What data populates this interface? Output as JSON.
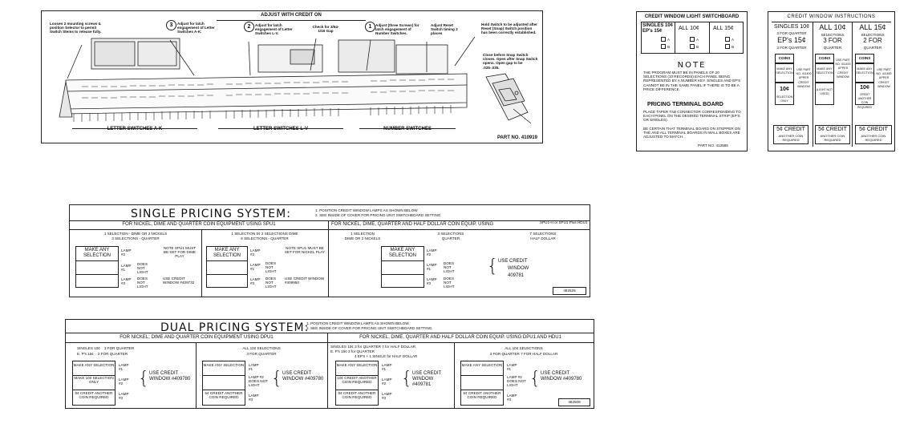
{
  "wiring": {
    "header": "ADJUST WITH CREDIT ON",
    "callout_1_num": "1",
    "callout_2_num": "2",
    "callout_3_num": "3",
    "loosen": "Loosen 2 mounting screws & position Selector to permit Switch Stems to release fully.",
    "adjust3": "Adjust for latch engagement of Letter Switches A-K.",
    "adjust2": "Adjust for latch engagement of Letter Switches L-V.",
    "check": "Check for 3/64-1/16 Gap",
    "adjust1": "Adjust (three Screws) for latch engagement of Number Switches.",
    "adjust_reset": "Adjust Reset Switch timing 2 places",
    "hold": "Hold Switch to be adjusted after Reset (Snap) Switch position has been correctly established.",
    "close": "Close before Snap Switch closes. Open after Snap Switch opens. Open gap to be .025-.035.",
    "snap": "Snap Switch",
    "label_ak": "LETTER SWITCHES A-K",
    "label_lv": "LETTER SWITCHES L-V",
    "label_num": "NUMBER SWITCHES",
    "part": "PART NO. 410919"
  },
  "light_board": {
    "title": "CREDIT WINDOW LIGHT SWITCHBOARD",
    "col1_top": "SINGLES 10¢",
    "col1_bot": "EP's 15¢",
    "col2": "ALL 10¢",
    "col3": "ALL 15¢",
    "a": "A",
    "b": "B",
    "note_title": "NOTE",
    "note_body": "THE PROGRAM MUST BE IN PANELS OF 20 SELECTIONS (10 RECORDS) EACH PANEL BEING REPRESENTED BY A NUMBER KEY. SINGLES AND EP'S CANNOT BE IN THE SAME PANEL IF THERE IS TO BE A PRICE DIFFERENCE.",
    "pt_title": "PRICING TERMINAL BOARD",
    "pt_body1": "PLACE TAPER TAB CONNECTOR CORRESPONDING TO EACH PANEL ON THE DESIRED TERMINAL STRIP (EP'S OR SINGLES).",
    "pt_body2": "BE CERTAIN THAT TERMINAL BOARD ON STEPPER ON THE AND ALL TERMINAL BOARDS IN WALL BOXES ARE ADJUSTED TO MATCH.",
    "part": "PART NO. 412685"
  },
  "instructions": {
    "title": "CREDIT WINDOW INSTRUCTIONS",
    "c1_line1": "SINGLES 10¢",
    "c1_line2": "3 FOR QUARTER",
    "c1_line3": "EP's 15¢",
    "c1_line4": "3 FOR QUARTER",
    "c2_line1": "ALL 10¢",
    "c2_line2": "SELECTIONS",
    "c2_line3": "3 FOR",
    "c2_line4": "QUARTER",
    "c3_line1": "ALL 15¢",
    "c3_line2": "SELECTIONS",
    "c3_line3": "2 FOR",
    "c3_line4": "QUARTER",
    "coins": "COINS",
    "make_any": "MAKE ANY SELECTION",
    "use_part_1": "USE PART NO. 411400 UPPER CREDIT WINDOW",
    "ten_cents": "10¢",
    "selection_only": "SELECTION ONLY",
    "light_not_used": "(LIGHT NOT USED)",
    "use_part_2": "USE PART NO. 411400 UPPER CREDIT WINDOW",
    "use_part_3": "USE PART NO. 411400 UPPER CREDIT WINDOW",
    "credit_another": "CREDIT ANOTHER COIN REQUIRED",
    "foot1": "5¢ CREDIT",
    "foot1b": "ANOTHER COIN REQUIRED",
    "foot2": "5¢ CREDIT",
    "foot2b": "ANOTHER COIN REQUIRED",
    "foot3": "5¢ CREDIT",
    "foot3b": "ANOTHER COIN REQUIRED"
  },
  "single": {
    "title": "SINGLE PRICING SYSTEM:",
    "note1": "1. POSITION CREDIT WINDOW LAMPS AS SHOWN BELOW",
    "note2": "2. SEE INSIDE OF COVER FOR PRICING UNIT SWITCHBOARD SETTING",
    "left_head": "FOR NICKEL, DIME AND QUARTER COIN EQUIPMENT USING SPU1",
    "right_head": "FOR NICKEL, DIME, QUARTER AND HALF DOLLAR COIN EQUIP. USING",
    "right_head_b": "SPU1-H or SPU1 Plus HDU1",
    "a_sub1": "1 SELECTION - DIME OR 2 NICKELS",
    "a_sub2": "3 SELECTIONS - QUARTER",
    "b_sub1": "1 SELECTION 5¢ 2 SELECTIONS DIME",
    "b_sub2": "6 SELECTIONS - QUARTER",
    "c_sub1": "1 SELECTION",
    "c_sub2": "DIME OR 2 NICKELS",
    "c_sub3": "3 SELECTIONS",
    "c_sub4": "QUARTER",
    "c_sub5": "7 SELECTIONS",
    "c_sub6": "HALF DOLLAR",
    "make_any": "MAKE ANY SELECTION",
    "lamp2": "LAMP #2",
    "lamp1": "LAMP #1",
    "lamp3": "LAMP #3",
    "does_not_light": "DOES NOT LIGHT",
    "note_a": "NOTE SPU1 MUST BE SET FOR DIME PLAY",
    "use_a": "USE CREDIT WINDOW #409732",
    "note_b": "NOTE SPU1 MUST BE SET FOR NICKEL PLAY",
    "use_b": "USE CREDIT WINDOW #409950",
    "use_c1": "USE CREDIT",
    "use_c2": "WINDOW",
    "use_c3": "409781",
    "part": "482525"
  },
  "dual": {
    "title": "DUAL PRICING SYSTEM:",
    "note1": "1. POSITION CREDIT WINDOW LAMPS AS SHOWN BELOW.",
    "note2": "2. SEE INSIDE OF COVER FOR PRICING UNIT SWITCHBOARD SETTING.",
    "left_head": "FOR NICKEL, DIME AND QUARTER COIN EQUIPMENT USING DPU1",
    "right_head": "FOR NICKEL, DIME, QUARTER AND HALF DOLLAR COIN EQUIP. USING DPU1 AND HDU1",
    "a_sub1": "SINGLES 10¢    3 FOR QUARTER",
    "a_sub2": "E. P's 15¢    2 FOR QUARTER",
    "b_sub1": "ALL 10¢ SELECTIONS",
    "b_sub2": "3 FOR QUARTER",
    "c_sub1": "SINGLES 10¢ 3 for QUARTER 7 for HALF DOLLAR",
    "c_sub2": "E. P's 15¢  2 for QUARTER",
    "c_sub3": "4 EP's + 1 SINGLE for HALF DOLLAR",
    "d_sub1": "ALL 10¢ SELECTIONS",
    "d_sub2": "3 FOR QUARTER   7 FOR HALF DOLLAR",
    "make_any": "MAKE ANY SELECTION",
    "make_10": "MAKE 10¢ SELECTION ONLY",
    "credit_5": "5¢ CREDIT ANOTHER COIN REQUIRED",
    "credit_10": "10¢ CREDIT ANOTHER COIN REQUIRED",
    "lamp1": "LAMP #1",
    "lamp2": "LAMP #2",
    "lamp3": "LAMP #3",
    "lamp2_dnl": "LAMP #2 DOES NOT LIGHT",
    "use_a": "USE CREDIT WINDOW #409780",
    "use_b": "USE CREDIT WINDOW #409780",
    "use_c": "USE CREDIT WINDOW #409781",
    "use_d": "USE CREDIT WINDOW #409780",
    "part": "482509"
  }
}
